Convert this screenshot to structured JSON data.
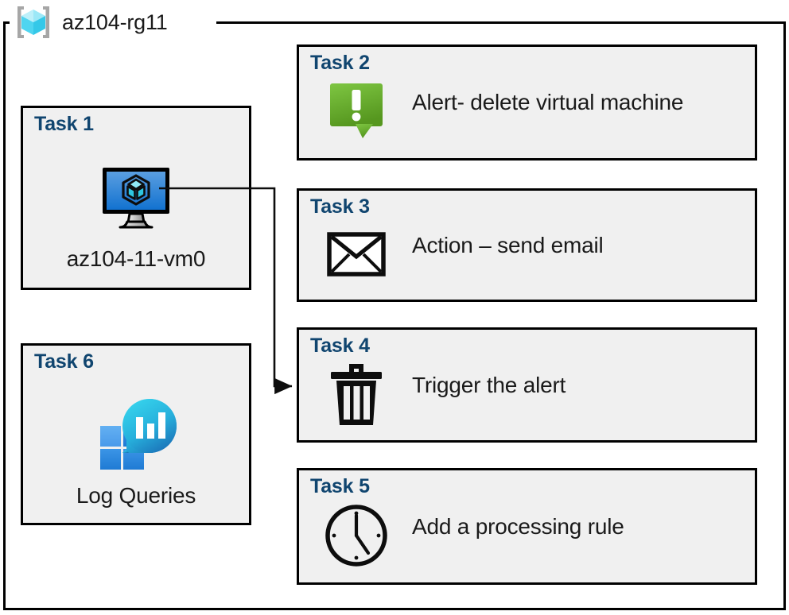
{
  "resource_group": {
    "name": "az104-rg11",
    "icon": "resource-group-cube-icon"
  },
  "tasks": [
    {
      "id": "task1",
      "title": "Task 1",
      "caption": "az104-11-vm0",
      "icon": "virtual-machine-monitor-icon",
      "column": "left"
    },
    {
      "id": "task2",
      "title": "Task 2",
      "caption": "Alert- delete virtual machine",
      "icon": "alert-exclamation-bubble-icon",
      "column": "right"
    },
    {
      "id": "task3",
      "title": "Task 3",
      "caption": "Action – send email",
      "icon": "envelope-icon",
      "column": "right"
    },
    {
      "id": "task4",
      "title": "Task 4",
      "caption": "Trigger the alert",
      "icon": "trash-can-icon",
      "column": "right"
    },
    {
      "id": "task5",
      "title": "Task 5",
      "caption": "Add a processing rule",
      "icon": "clock-icon",
      "column": "right"
    },
    {
      "id": "task6",
      "title": "Task 6",
      "caption": "Log Queries",
      "icon": "log-analytics-icon",
      "column": "left"
    }
  ],
  "connector": {
    "from": "task1",
    "to": "task4",
    "style": "elbow-arrow"
  },
  "colors": {
    "card_background": "#f0f0f0",
    "card_border": "#000000",
    "title_blue": "#10456f",
    "body_text": "#1a1a1a",
    "alert_green_light": "#76c043",
    "alert_green_dark": "#5a9e28",
    "vm_screen_light": "#5a9ee0",
    "vm_screen_dark": "#1272d0",
    "cube_cyan": "#4ddbf0",
    "log_circle_light": "#32d0ea",
    "log_circle_dark": "#1b72b8",
    "log_square_light": "#55a5ee",
    "log_square_dark": "#2581d8",
    "rg_cube_light": "#9ce8f7",
    "rg_cube_mid": "#4fd5f0",
    "rg_cube_dark": "#35c8e8",
    "bracket_gray": "#a6a6a6"
  }
}
